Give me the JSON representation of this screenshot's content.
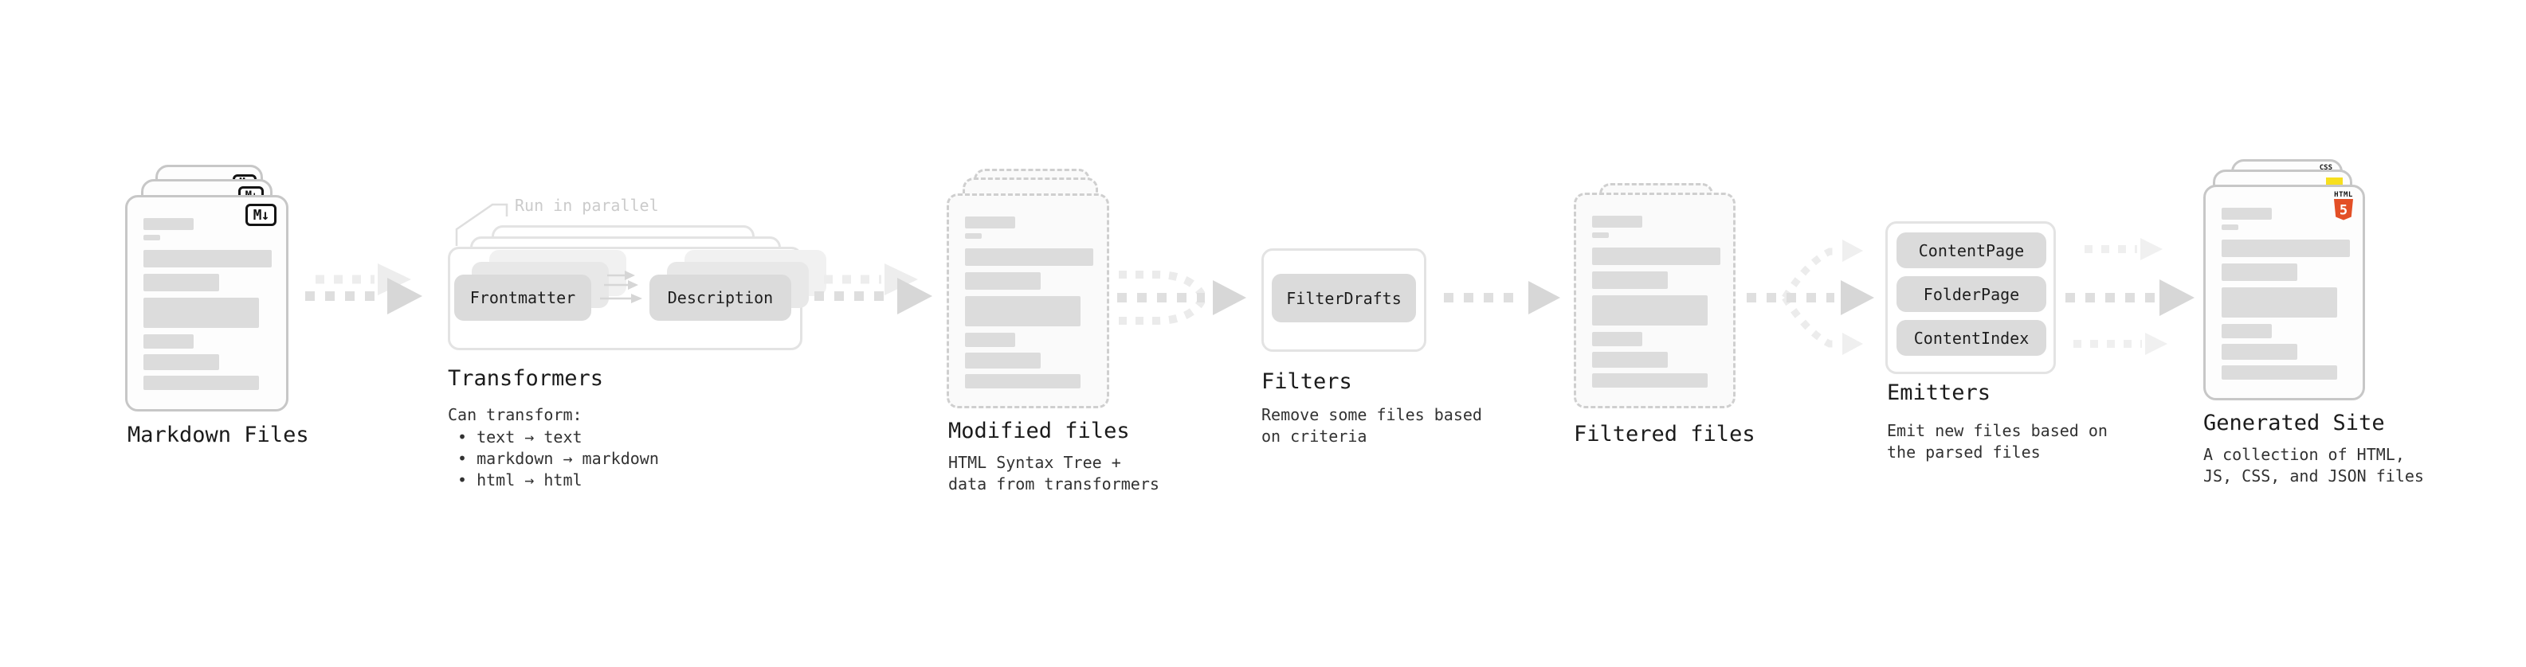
{
  "colors": {
    "html5_orange": "#e34f26",
    "js_yellow": "#f7df1e",
    "css_blue": "#2965f1",
    "arrow_gray": "#d7d7d7",
    "arrow_light": "#ececec",
    "ink": "#1b1b1b",
    "muted": "#cbcbcb"
  },
  "markdown_files": {
    "label": "Markdown Files",
    "badge": "M↓"
  },
  "transformers": {
    "callout": "Run in parallel",
    "steps": [
      "Frontmatter",
      "Description"
    ],
    "heading": "Transformers",
    "intro": "Can transform:",
    "bullets": [
      "• text → text",
      "• markdown → markdown",
      "• html → html"
    ]
  },
  "modified_files": {
    "label": "Modified files",
    "description": "HTML Syntax Tree +\ndata from transformers"
  },
  "filters": {
    "heading": "Filters",
    "items": [
      "FilterDrafts"
    ],
    "description": "Remove some files based\non criteria"
  },
  "filtered_files": {
    "label": "Filtered files"
  },
  "emitters": {
    "heading": "Emitters",
    "items": [
      "ContentPage",
      "FolderPage",
      "ContentIndex"
    ],
    "description": "Emit new files based on\nthe parsed files"
  },
  "generated_site": {
    "label": "Generated Site",
    "description": "A collection of HTML,\nJS, CSS, and JSON files",
    "html_badge_label": "HTML",
    "html_badge_number": "5",
    "css_badge_label": "CSS"
  }
}
